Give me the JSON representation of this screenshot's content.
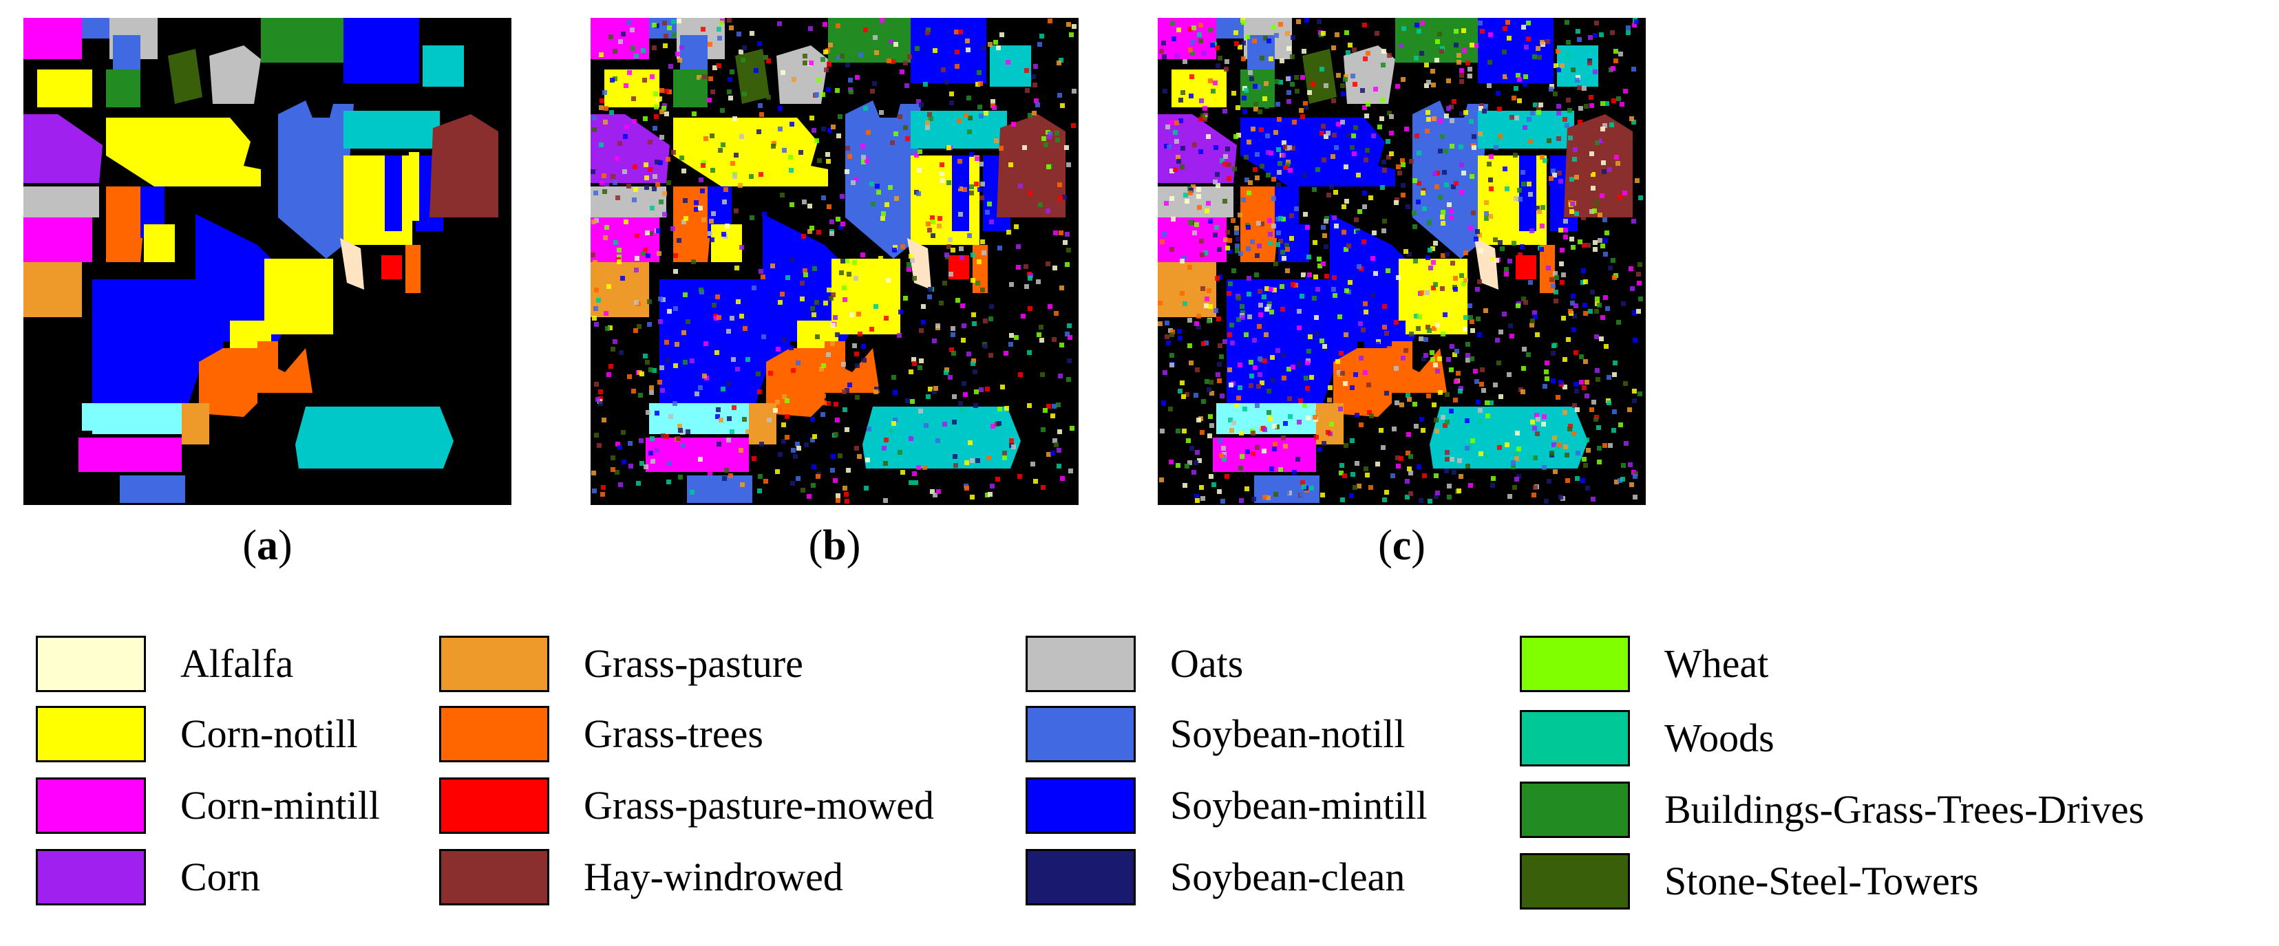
{
  "panels": [
    {
      "label": "a"
    },
    {
      "label": "b"
    },
    {
      "label": "c"
    }
  ],
  "legend": [
    {
      "label": "Alfalfa",
      "color": "#FFFFD0"
    },
    {
      "label": "Corn-notill",
      "color": "#FFFF00"
    },
    {
      "label": "Corn-mintill",
      "color": "#FF00FF"
    },
    {
      "label": "Corn",
      "color": "#A020F0"
    },
    {
      "label": "Grass-pasture",
      "color": "#EE9A2B"
    },
    {
      "label": "Grass-trees",
      "color": "#FF6600"
    },
    {
      "label": "Grass-pasture-mowed",
      "color": "#FF0000"
    },
    {
      "label": "Hay-windrowed",
      "color": "#8B2E2E"
    },
    {
      "label": "Oats",
      "color": "#C0C0C0"
    },
    {
      "label": "Soybean-notill",
      "color": "#4169E1"
    },
    {
      "label": "Soybean-mintill",
      "color": "#0000FF"
    },
    {
      "label": "Soybean-clean",
      "color": "#191970"
    },
    {
      "label": "Wheat",
      "color": "#7FFF00"
    },
    {
      "label": "Woods",
      "color": "#00C896"
    },
    {
      "label": "Buildings-Grass-Trees-Drives",
      "color": "#228B22"
    },
    {
      "label": "Stone-Steel-Towers",
      "color": "#3A5F0B"
    }
  ]
}
